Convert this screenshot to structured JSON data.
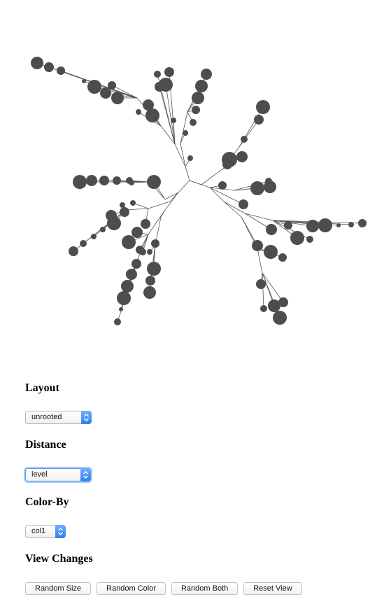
{
  "layout": {
    "label": "Layout",
    "selected": "unrooted"
  },
  "distance": {
    "label": "Distance",
    "selected": "level"
  },
  "color_by": {
    "label": "Color-By",
    "selected": "col1"
  },
  "view_changes": {
    "label": "View Changes",
    "buttons": [
      "Random Size",
      "Random Color",
      "Random Both",
      "Reset View"
    ]
  },
  "tree": {
    "node_color": "#4d4d4d",
    "edge_color": "#555555"
  }
}
